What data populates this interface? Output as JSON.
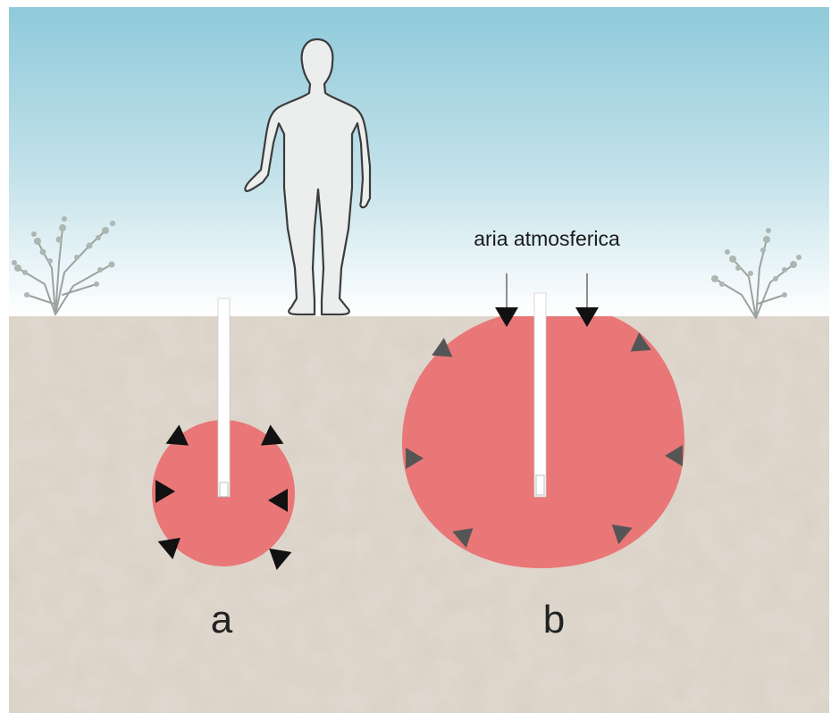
{
  "labels": {
    "air_label": "aria atmosferica",
    "panel_a": "a",
    "panel_b": "b"
  },
  "colors": {
    "sky_top": "#8fcadb",
    "sky_bottom": "#ffffff",
    "soil": "#d8cfc4",
    "bulb": "#e97777",
    "tube": "#ffffff",
    "arrow_dark": "#111111",
    "arrow_grey": "#555555",
    "plant": "#9aa3a0",
    "figure_fill": "#eceded",
    "figure_stroke": "#3c3c3c"
  },
  "icons": {
    "figure": "human-figure",
    "plant": "shrub-icon",
    "arrow": "triangle-arrow"
  }
}
